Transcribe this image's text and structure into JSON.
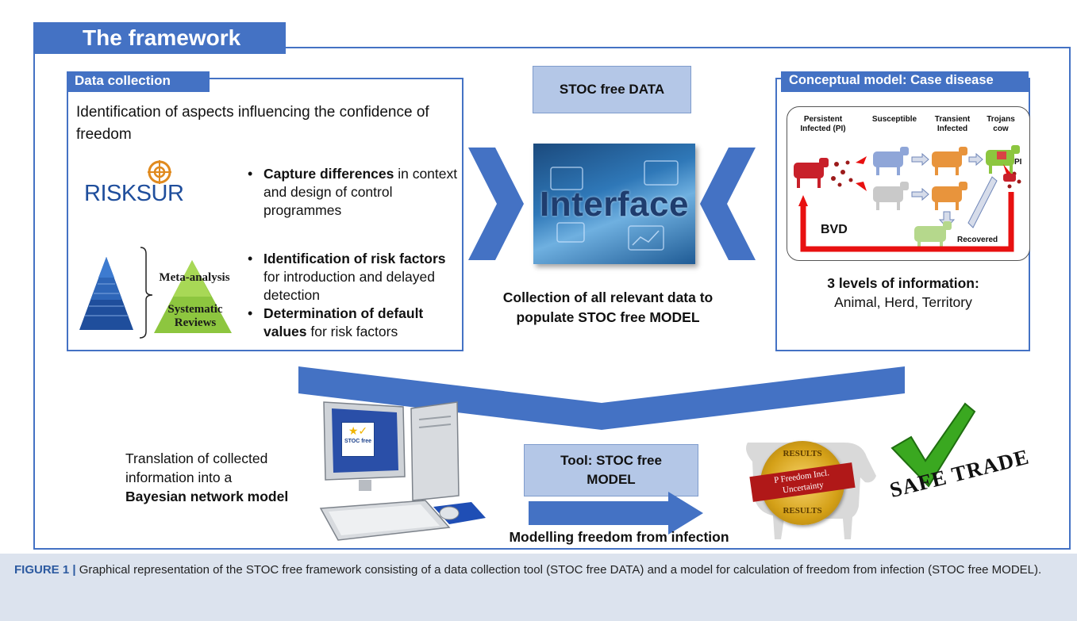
{
  "framework_title": "The framework",
  "data_collection": {
    "tab": "Data collection",
    "intro": "Identification of aspects influencing the confidence of freedom",
    "risksur_logo": "RISKSUR",
    "pyramid_label_top": "Meta-analysis",
    "pyramid_label_bottom": "Systematic Reviews",
    "bullets": [
      {
        "bold": "Capture differences",
        "rest": " in context and design of control programmes"
      },
      {
        "bold": "Identification of risk factors",
        "rest": " for introduction and delayed detection"
      },
      {
        "bold": "Determination of default values",
        "rest": " for risk factors"
      }
    ]
  },
  "center": {
    "stoc_data_label": "STOC free DATA",
    "interface_label": "Interface",
    "collection_caption": "Collection of all relevant data to populate STOC free MODEL"
  },
  "conceptual": {
    "tab": "Conceptual model: Case disease",
    "states": {
      "pi": "Persistent Infected (PI)",
      "susceptible": "Susceptible",
      "transient": "Transient Infected",
      "trojans": "Trojans cow",
      "pi_short": "PI",
      "recovered": "Recovered",
      "bvd": "BVD"
    },
    "levels_title": "3 levels of information:",
    "levels_list": "Animal, Herd, Territory"
  },
  "bottom": {
    "translation_plain": "Translation of collected information into a",
    "translation_bold": "Bayesian network model",
    "monitor_logo": "STOC free",
    "tool_label": "Tool: STOC free MODEL",
    "modelling_caption": "Modelling freedom from infection",
    "seal_top": "RESULTS",
    "seal_line1": "P Freedom Incl.",
    "seal_line2": "Uncertainty",
    "seal_bottom": "RESULTS",
    "safe_trade": "SAFE TRADE"
  },
  "figure_caption": {
    "label": "FIGURE 1 |",
    "text": " Graphical representation of the STOC free framework consisting of a data collection tool (STOC free DATA) and a model for calculation of freedom from infection (STOC free MODEL)."
  },
  "colors": {
    "accent": "#4472c4",
    "light_box": "#b4c7e7",
    "arrow_red": "#e81010",
    "check_green": "#3aa820",
    "seal_red": "#b01818",
    "seal_gold": "#d4a017"
  }
}
